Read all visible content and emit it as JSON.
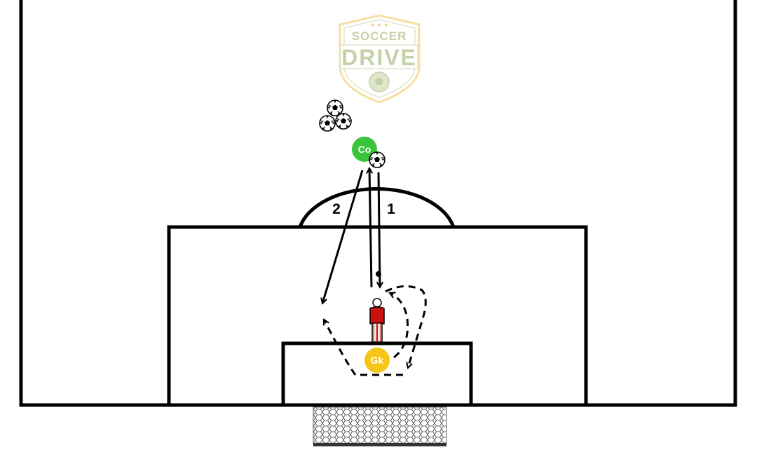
{
  "logo": {
    "line1": "SOCCER",
    "line2": "DRIVE",
    "color": "#cfd9b8",
    "stroke": "#f6dfa0"
  },
  "players": {
    "coach": {
      "label": "Co",
      "color": "#3ac43a"
    },
    "goalkeeper": {
      "label": "Gk",
      "color": "#f5c518"
    },
    "mannequin": {
      "shirt": "#cc1111"
    }
  },
  "arrows": {
    "pass1": "1",
    "pass2": "2"
  },
  "icons": [
    "soccer-ball-icon",
    "net-icon"
  ],
  "colors": {
    "line": "#000000",
    "net": "#333333"
  }
}
